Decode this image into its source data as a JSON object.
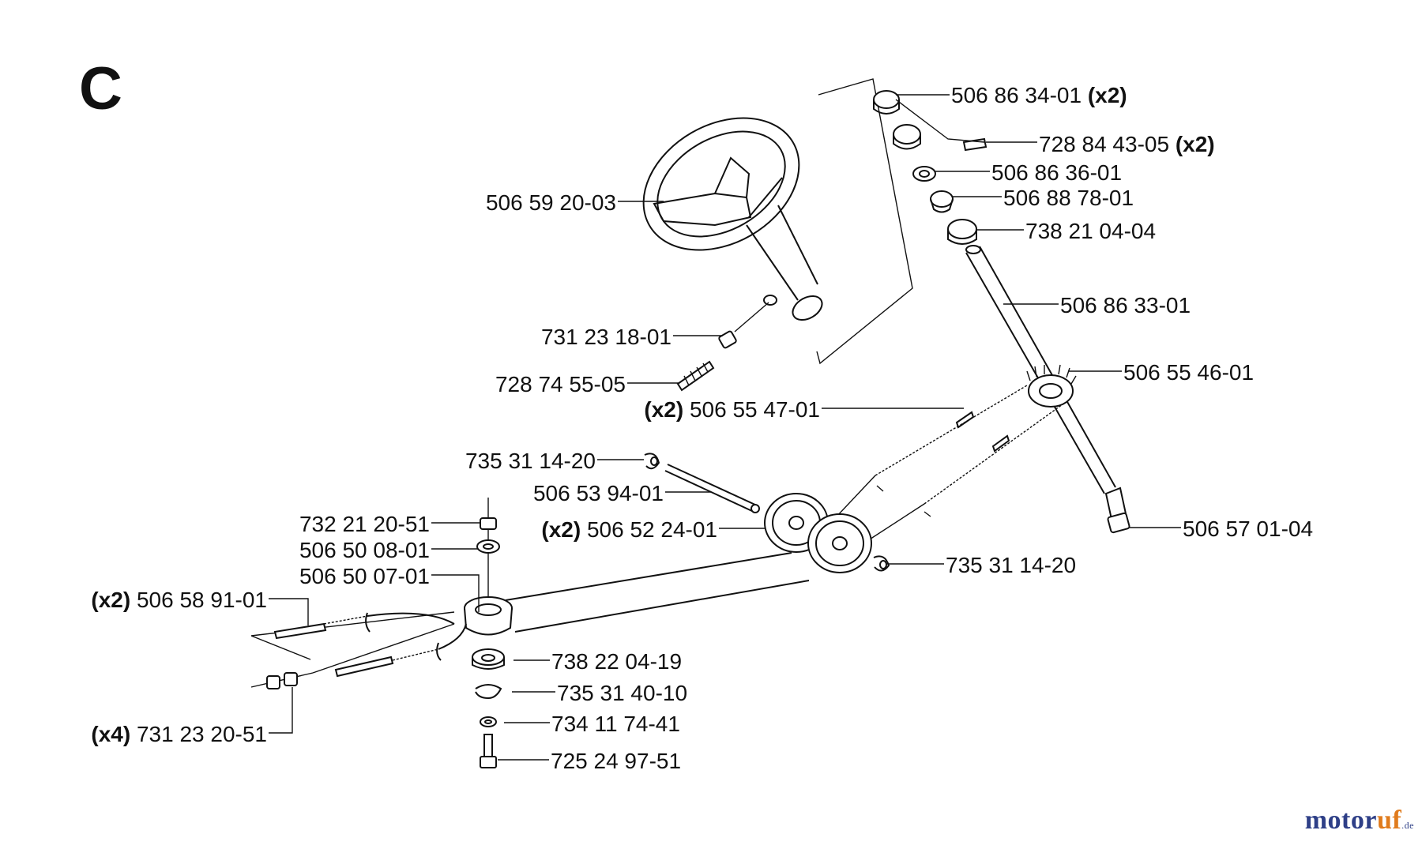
{
  "section_label": "C",
  "watermark": {
    "part1": "motor",
    "part2": "uf",
    "tld": ".de"
  },
  "parts": [
    {
      "id": "p01",
      "multiplier": "",
      "number": "506 86 34-01",
      "suffix": "(x2)"
    },
    {
      "id": "p02",
      "multiplier": "",
      "number": "728 84 43-05",
      "suffix": "(x2)"
    },
    {
      "id": "p03",
      "multiplier": "",
      "number": "506 86 36-01",
      "suffix": ""
    },
    {
      "id": "p04",
      "multiplier": "",
      "number": "506 88 78-01",
      "suffix": ""
    },
    {
      "id": "p05",
      "multiplier": "",
      "number": "738 21 04-04",
      "suffix": ""
    },
    {
      "id": "p06",
      "multiplier": "",
      "number": "506 86 33-01",
      "suffix": ""
    },
    {
      "id": "p07",
      "multiplier": "",
      "number": "506 55 46-01",
      "suffix": ""
    },
    {
      "id": "p08",
      "multiplier": "(x2)",
      "number": "506 55 47-01",
      "suffix": ""
    },
    {
      "id": "p09",
      "multiplier": "",
      "number": "506 59 20-03",
      "suffix": ""
    },
    {
      "id": "p10",
      "multiplier": "",
      "number": "731 23 18-01",
      "suffix": ""
    },
    {
      "id": "p11",
      "multiplier": "",
      "number": "728 74 55-05",
      "suffix": ""
    },
    {
      "id": "p12",
      "multiplier": "",
      "number": "735 31 14-20",
      "suffix": ""
    },
    {
      "id": "p13",
      "multiplier": "",
      "number": "506 53 94-01",
      "suffix": ""
    },
    {
      "id": "p14",
      "multiplier": "(x2)",
      "number": "506 52 24-01",
      "suffix": ""
    },
    {
      "id": "p15",
      "multiplier": "",
      "number": "506 57 01-04",
      "suffix": ""
    },
    {
      "id": "p16",
      "multiplier": "",
      "number": "735 31 14-20",
      "suffix": ""
    },
    {
      "id": "p17",
      "multiplier": "",
      "number": "732 21 20-51",
      "suffix": ""
    },
    {
      "id": "p18",
      "multiplier": "",
      "number": "506 50 08-01",
      "suffix": ""
    },
    {
      "id": "p19",
      "multiplier": "",
      "number": "506 50 07-01",
      "suffix": ""
    },
    {
      "id": "p20",
      "multiplier": "(x2)",
      "number": "506 58 91-01",
      "suffix": ""
    },
    {
      "id": "p21",
      "multiplier": "",
      "number": "738 22 04-19",
      "suffix": ""
    },
    {
      "id": "p22",
      "multiplier": "",
      "number": "735 31 40-10",
      "suffix": ""
    },
    {
      "id": "p23",
      "multiplier": "",
      "number": "734 11 74-41",
      "suffix": ""
    },
    {
      "id": "p24",
      "multiplier": "",
      "number": "725 24 97-51",
      "suffix": ""
    },
    {
      "id": "p25",
      "multiplier": "(x4)",
      "number": "731 23 20-51",
      "suffix": ""
    }
  ]
}
